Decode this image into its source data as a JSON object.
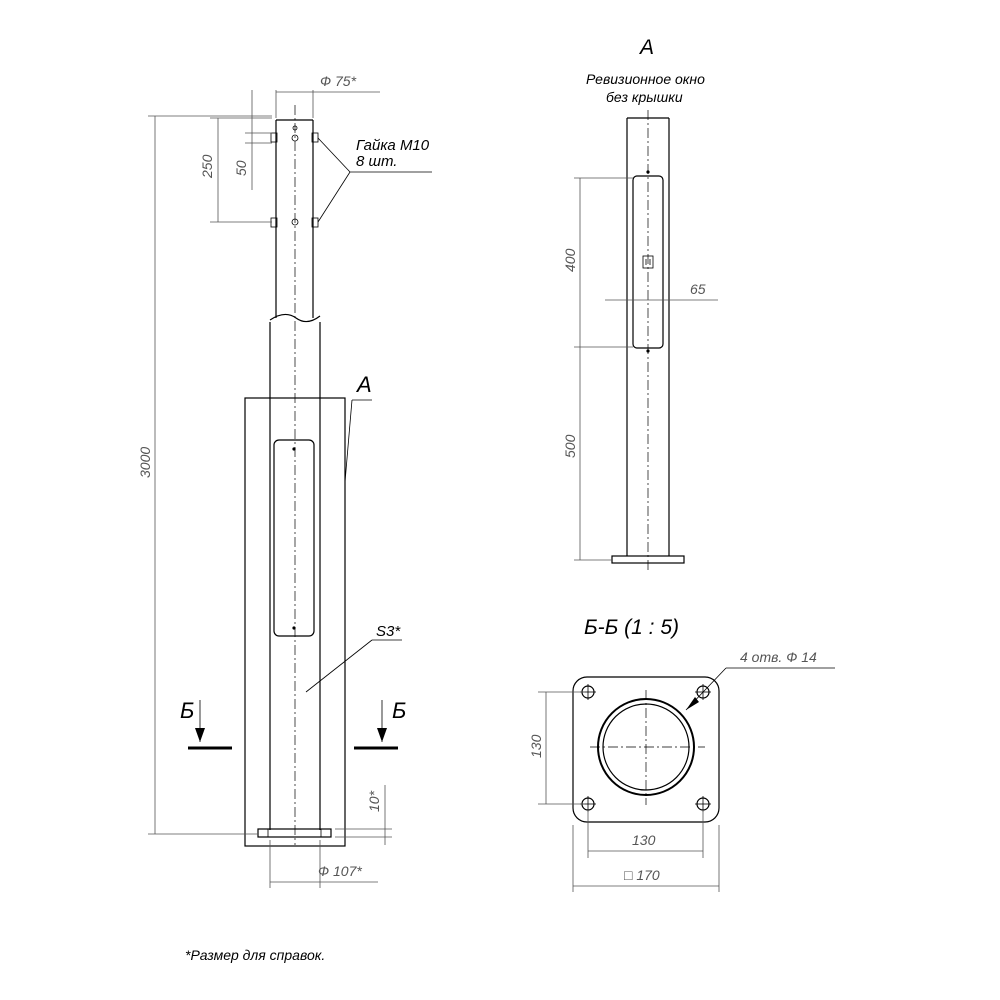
{
  "labels": {
    "d75": "Ф 75*",
    "d107": "Ф 107*",
    "dim250": "250",
    "dim50": "50",
    "dim3000": "3000",
    "dim10": "10*",
    "nut_line1": "Гайка М10",
    "nut_line2": "8 шт.",
    "view_a_ref": "А",
    "s3": "S3*",
    "section_left": "Б",
    "section_right": "Б",
    "view_a_title": "А",
    "window_line1": "Ревизионное окно",
    "window_line2": "без крышки",
    "dim400": "400",
    "dim65": "65",
    "dim500": "500",
    "section_title": "Б-Б (1 : 5)",
    "holes": "4 отв. Ф 14",
    "plate130v": "130",
    "plate130h": "130",
    "plate170": "□ 170",
    "footnote": "*Размер для справок."
  }
}
